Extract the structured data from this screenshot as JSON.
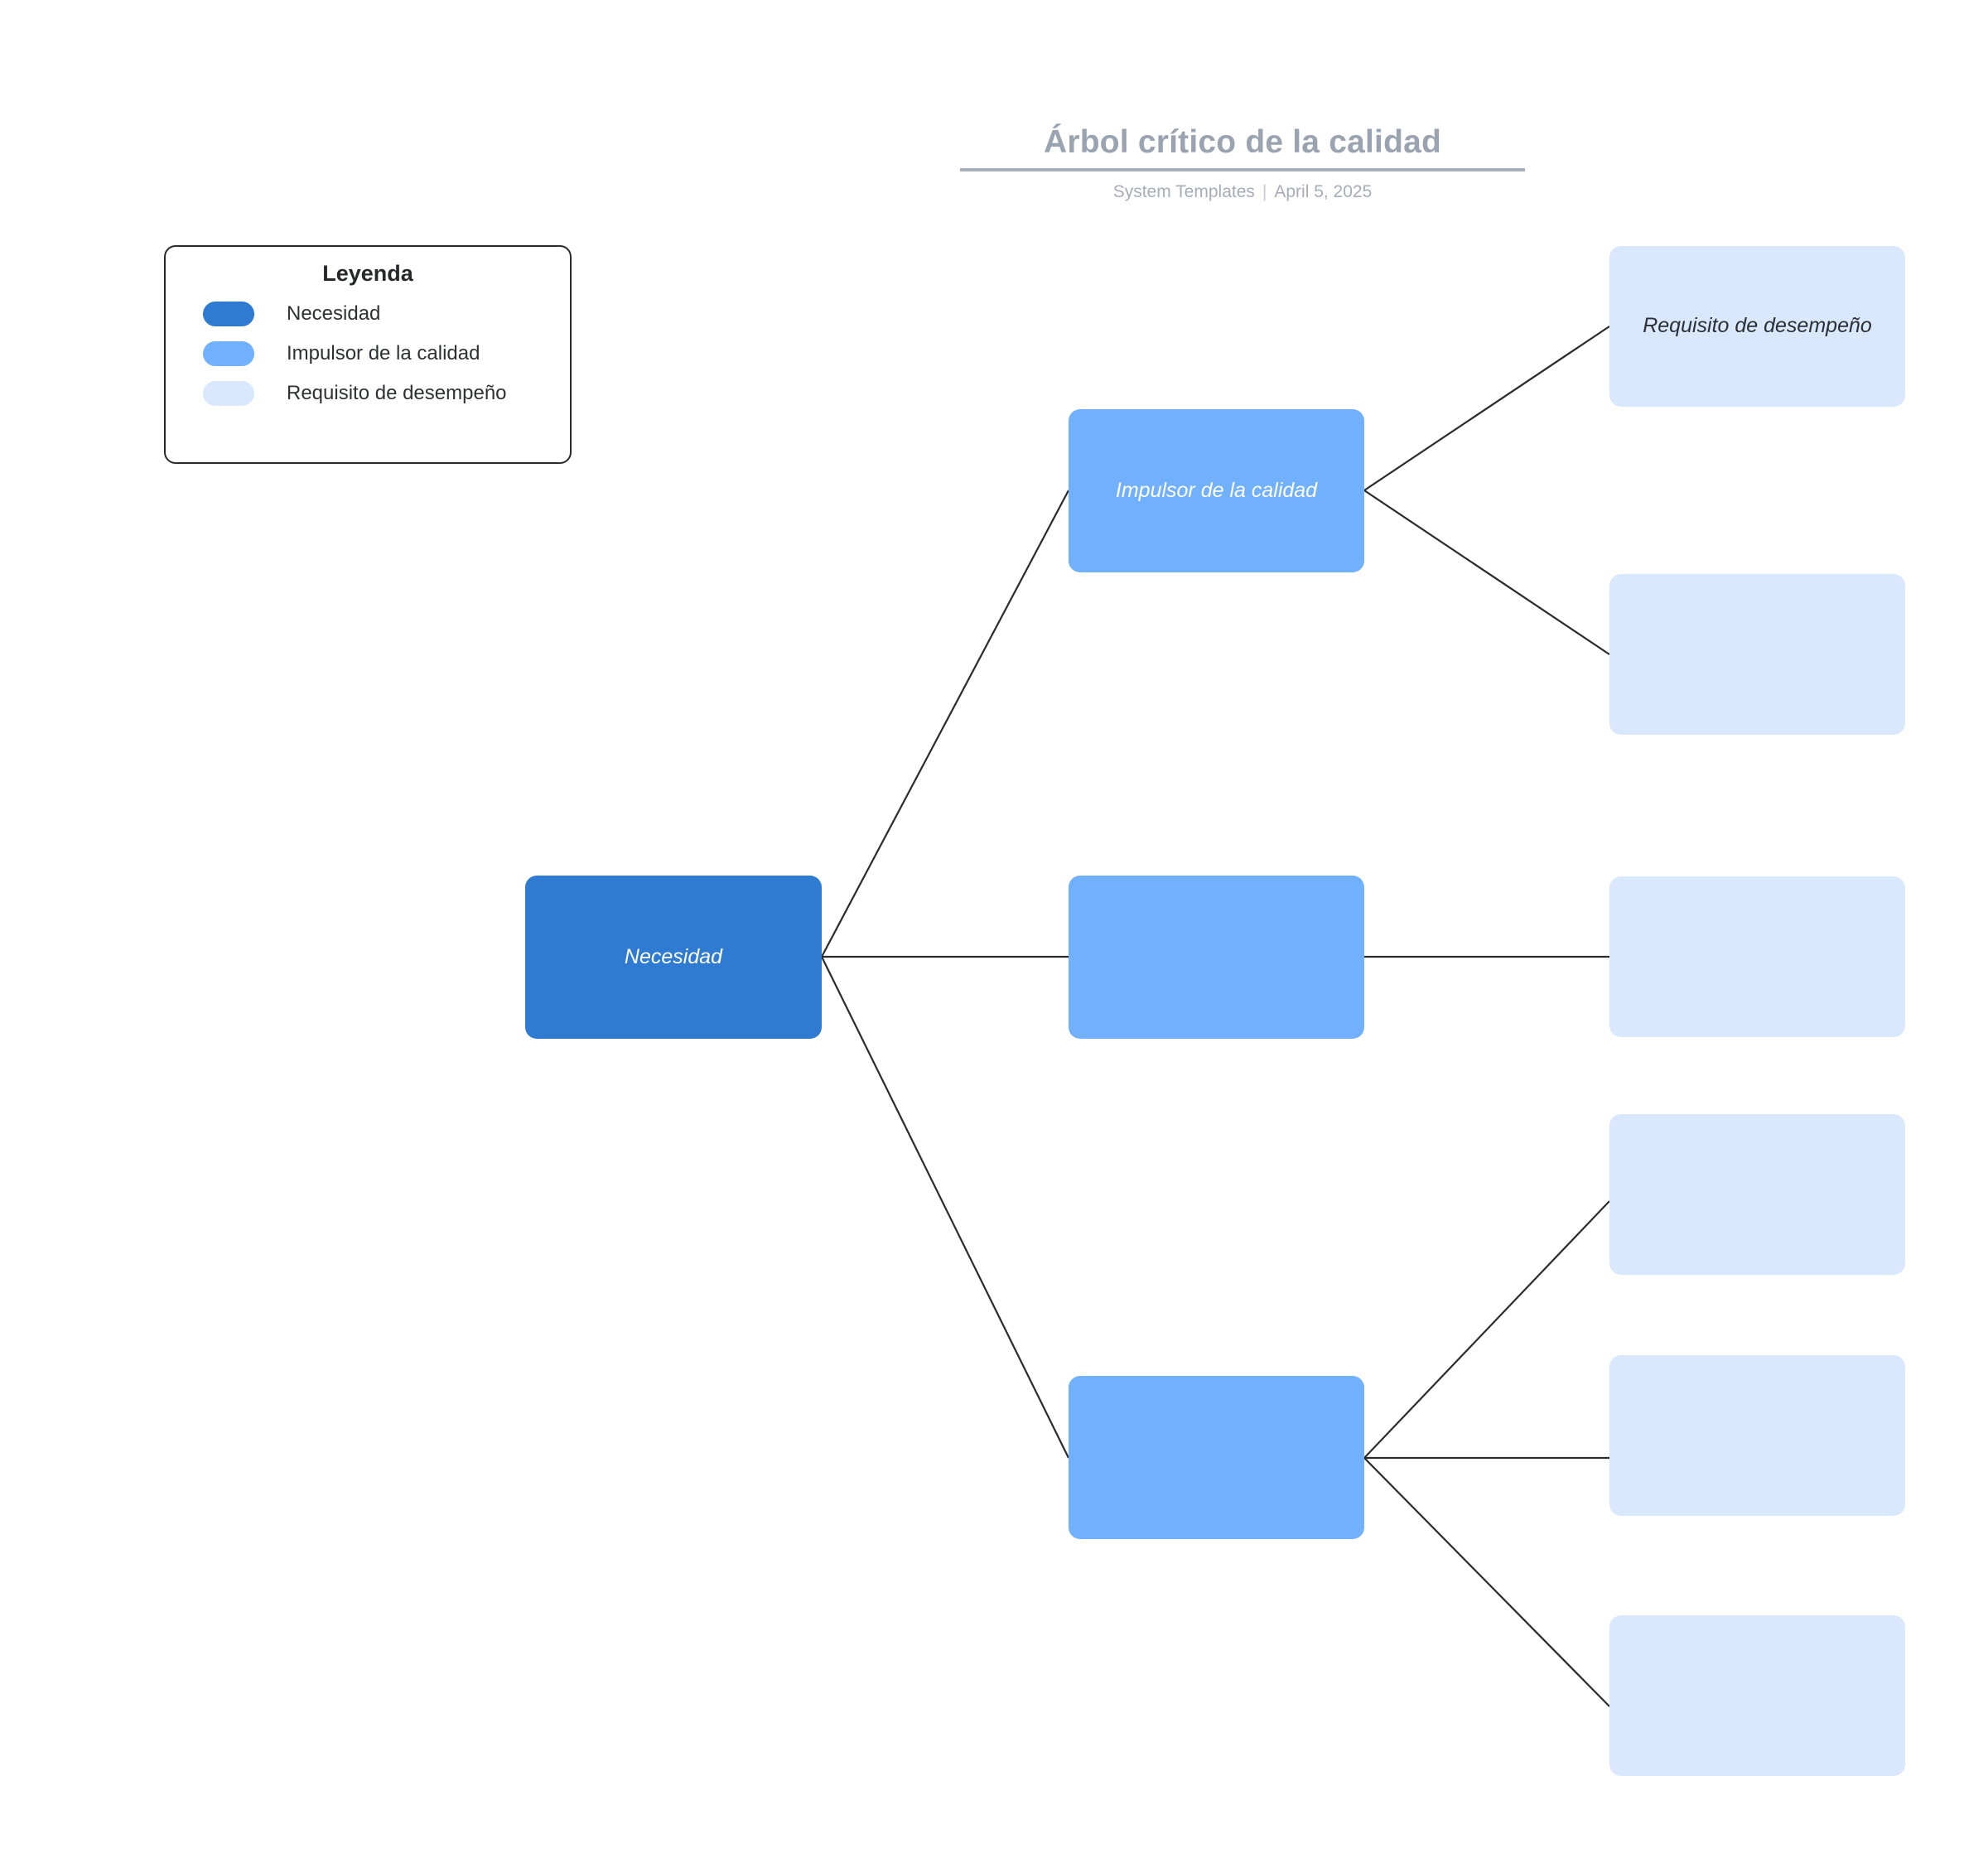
{
  "header": {
    "title": "Árbol crítico de la calidad",
    "author": "System Templates",
    "separator": "|",
    "date": "April 5, 2025"
  },
  "legend": {
    "title": "Leyenda",
    "items": [
      {
        "label": "Necesidad",
        "color": "#2E7BD1",
        "swatch_name": "legend-swatch-necesidad"
      },
      {
        "label": "Impulsor de la calidad",
        "color": "#70B0FC",
        "swatch_name": "legend-swatch-impulsor"
      },
      {
        "label": "Requisito de desempeño",
        "color": "#D9E8FD",
        "swatch_name": "legend-swatch-requisito"
      }
    ]
  },
  "diagram": {
    "type": "tree",
    "orientation": "left-to-right",
    "levels": [
      "Necesidad",
      "Impulsor de la calidad",
      "Requisito de desempeño"
    ],
    "edge_color": "#2B2B2B",
    "nodes": {
      "root": {
        "label": "Necesidad",
        "level": "need"
      },
      "driver_1": {
        "label": "Impulsor de la calidad",
        "level": "driver"
      },
      "driver_2": {
        "label": "",
        "level": "driver"
      },
      "driver_3": {
        "label": "",
        "level": "driver"
      },
      "req_1": {
        "label": "Requisito de desempeño",
        "level": "requirement"
      },
      "req_2": {
        "label": "",
        "level": "requirement"
      },
      "req_3": {
        "label": "",
        "level": "requirement"
      },
      "req_4": {
        "label": "",
        "level": "requirement"
      },
      "req_5": {
        "label": "",
        "level": "requirement"
      },
      "req_6": {
        "label": "",
        "level": "requirement"
      }
    }
  }
}
